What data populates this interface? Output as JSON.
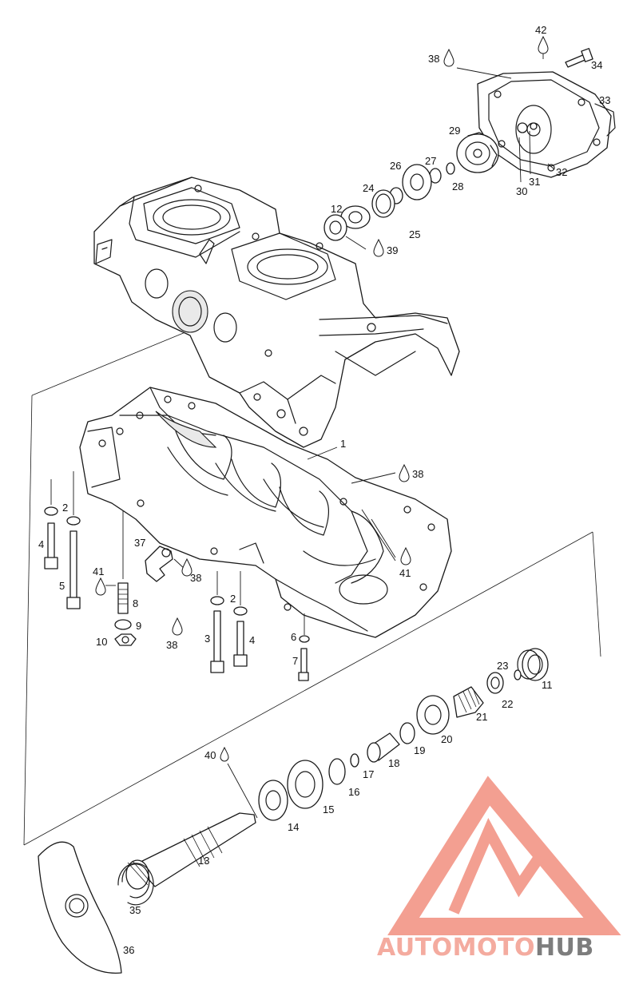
{
  "callouts": {
    "c1": "1",
    "c2a": "2",
    "c2b": "2",
    "c3": "3",
    "c4a": "4",
    "c4b": "4",
    "c5": "5",
    "c6": "6",
    "c7": "7",
    "c8": "8",
    "c9": "9",
    "c10": "10",
    "c11": "11",
    "c12": "12",
    "c13": "13",
    "c14": "14",
    "c15": "15",
    "c16": "16",
    "c17": "17",
    "c18": "18",
    "c19": "19",
    "c20": "20",
    "c21": "21",
    "c22": "22",
    "c23": "23",
    "c24": "24",
    "c25": "25",
    "c26": "26",
    "c27": "27",
    "c28": "28",
    "c29": "29",
    "c30": "30",
    "c31": "31",
    "c32": "32",
    "c33": "33",
    "c34": "34",
    "c35": "35",
    "c36": "36",
    "c37": "37",
    "c38a": "38",
    "c38b": "38",
    "c38c": "38",
    "c38d": "38",
    "c39": "39",
    "c40": "40",
    "c41a": "41",
    "c41b": "41",
    "c42": "42"
  },
  "logo": {
    "part1": "AUTO",
    "part2": "MOTO",
    "part3": "HUB",
    "color_primary": "#f4a79a",
    "color_triangle": "#f39a8c",
    "color_hub": "#777777"
  }
}
